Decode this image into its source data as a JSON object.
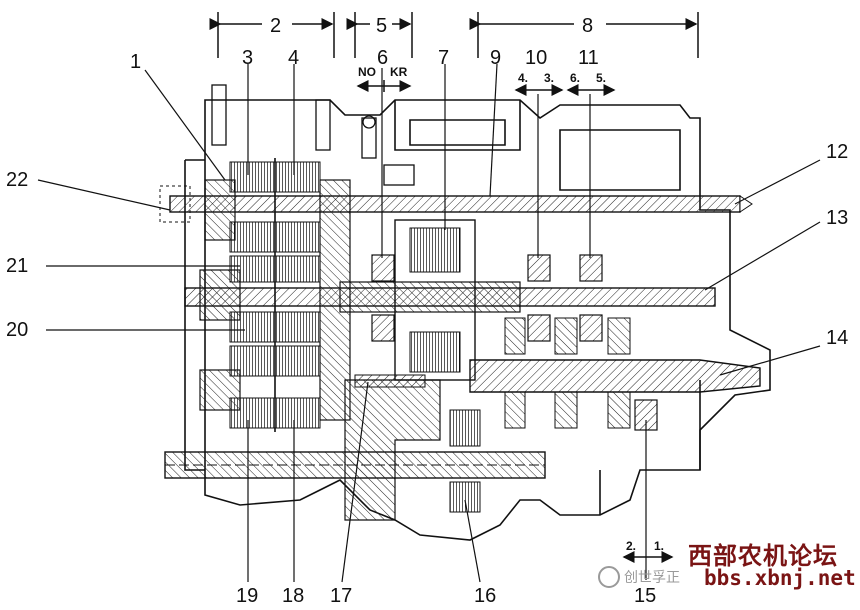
{
  "callouts": [
    "1",
    "2",
    "3",
    "4",
    "5",
    "6",
    "7",
    "8",
    "9",
    "10",
    "11",
    "12",
    "13",
    "14",
    "15",
    "16",
    "17",
    "18",
    "19",
    "20",
    "21",
    "22"
  ],
  "shift_labels": {
    "no": "NO",
    "kr": "KR",
    "g4": "4.",
    "g3": "3.",
    "g6": "6.",
    "g5": "5.",
    "g2": "2.",
    "g1": "1."
  },
  "watermark": {
    "forum_name": "西部农机论坛",
    "url": "bbs.xbnj.net",
    "gray_text": "创世孚正"
  }
}
